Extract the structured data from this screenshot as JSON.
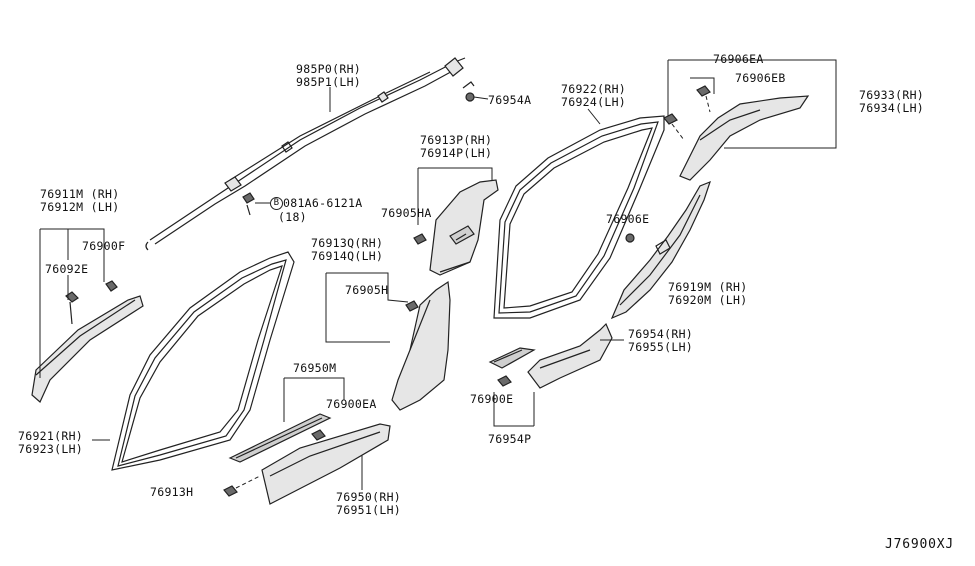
{
  "labels": {
    "p985p0": "985P0(RH)",
    "p985p1": "985P1(LH)",
    "p76954a": "76954A",
    "p76913p": "76913P(RH)",
    "p76914p": "76914P(LH)",
    "p76905ha": "76905HA",
    "p76922": "76922(RH)",
    "p76924": "76924(LH)",
    "p76906ea": "76906EA",
    "p76906eb": "76906EB",
    "p76933": "76933(RH)",
    "p76934": "76934(LH)",
    "p76911m": "76911M (RH)",
    "p76912m": "76912M (LH)",
    "p76900f": "76900F",
    "p76092e": "76092E",
    "bolt_ref": "081A6-6121A",
    "bolt_prefix": "B",
    "bolt_qty": "(18)",
    "p76913q": "76913Q(RH)",
    "p76914q": "76914Q(LH)",
    "p76905h": "76905H",
    "p76906e": "76906E",
    "p76919m": "76919M (RH)",
    "p76920m": "76920M (LH)",
    "p76954": "76954(RH)",
    "p76955": "76955(LH)",
    "p76950m": "76950M",
    "p76900ea": "76900EA",
    "p76900e": "76900E",
    "p76954p": "76954P",
    "p76921": "76921(RH)",
    "p76923": "76923(LH)",
    "p76913h": "76913H",
    "p76950": "76950(RH)",
    "p76951": "76951(LH)",
    "diagram_ref": "J76900XJ"
  }
}
